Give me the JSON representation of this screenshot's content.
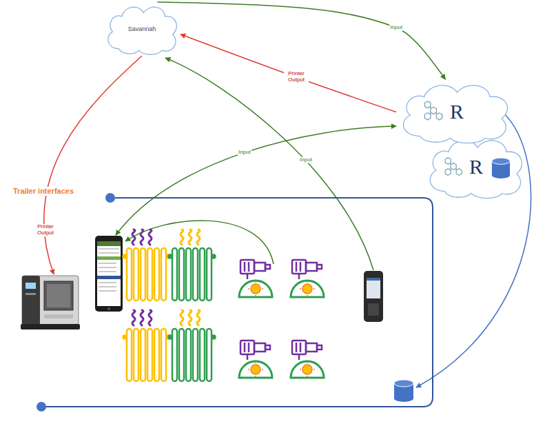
{
  "diagram": {
    "nodes": [
      {
        "text": [
          "Savannah"
        ]
      },
      {
        "text": [
          "R"
        ]
      },
      {
        "text": [
          "R"
        ]
      },
      {
        "text": [
          "Trailer interfaces"
        ]
      }
    ],
    "edges": [
      {
        "from": 0,
        "to": 1,
        "arrow": "to",
        "label": "Input"
      },
      {
        "from": 1,
        "to": 0,
        "arrow": "to",
        "label": "Printer Output"
      }
    ],
    "labels": [
      "Input",
      "Input",
      "Printer Output"
    ]
  }
}
